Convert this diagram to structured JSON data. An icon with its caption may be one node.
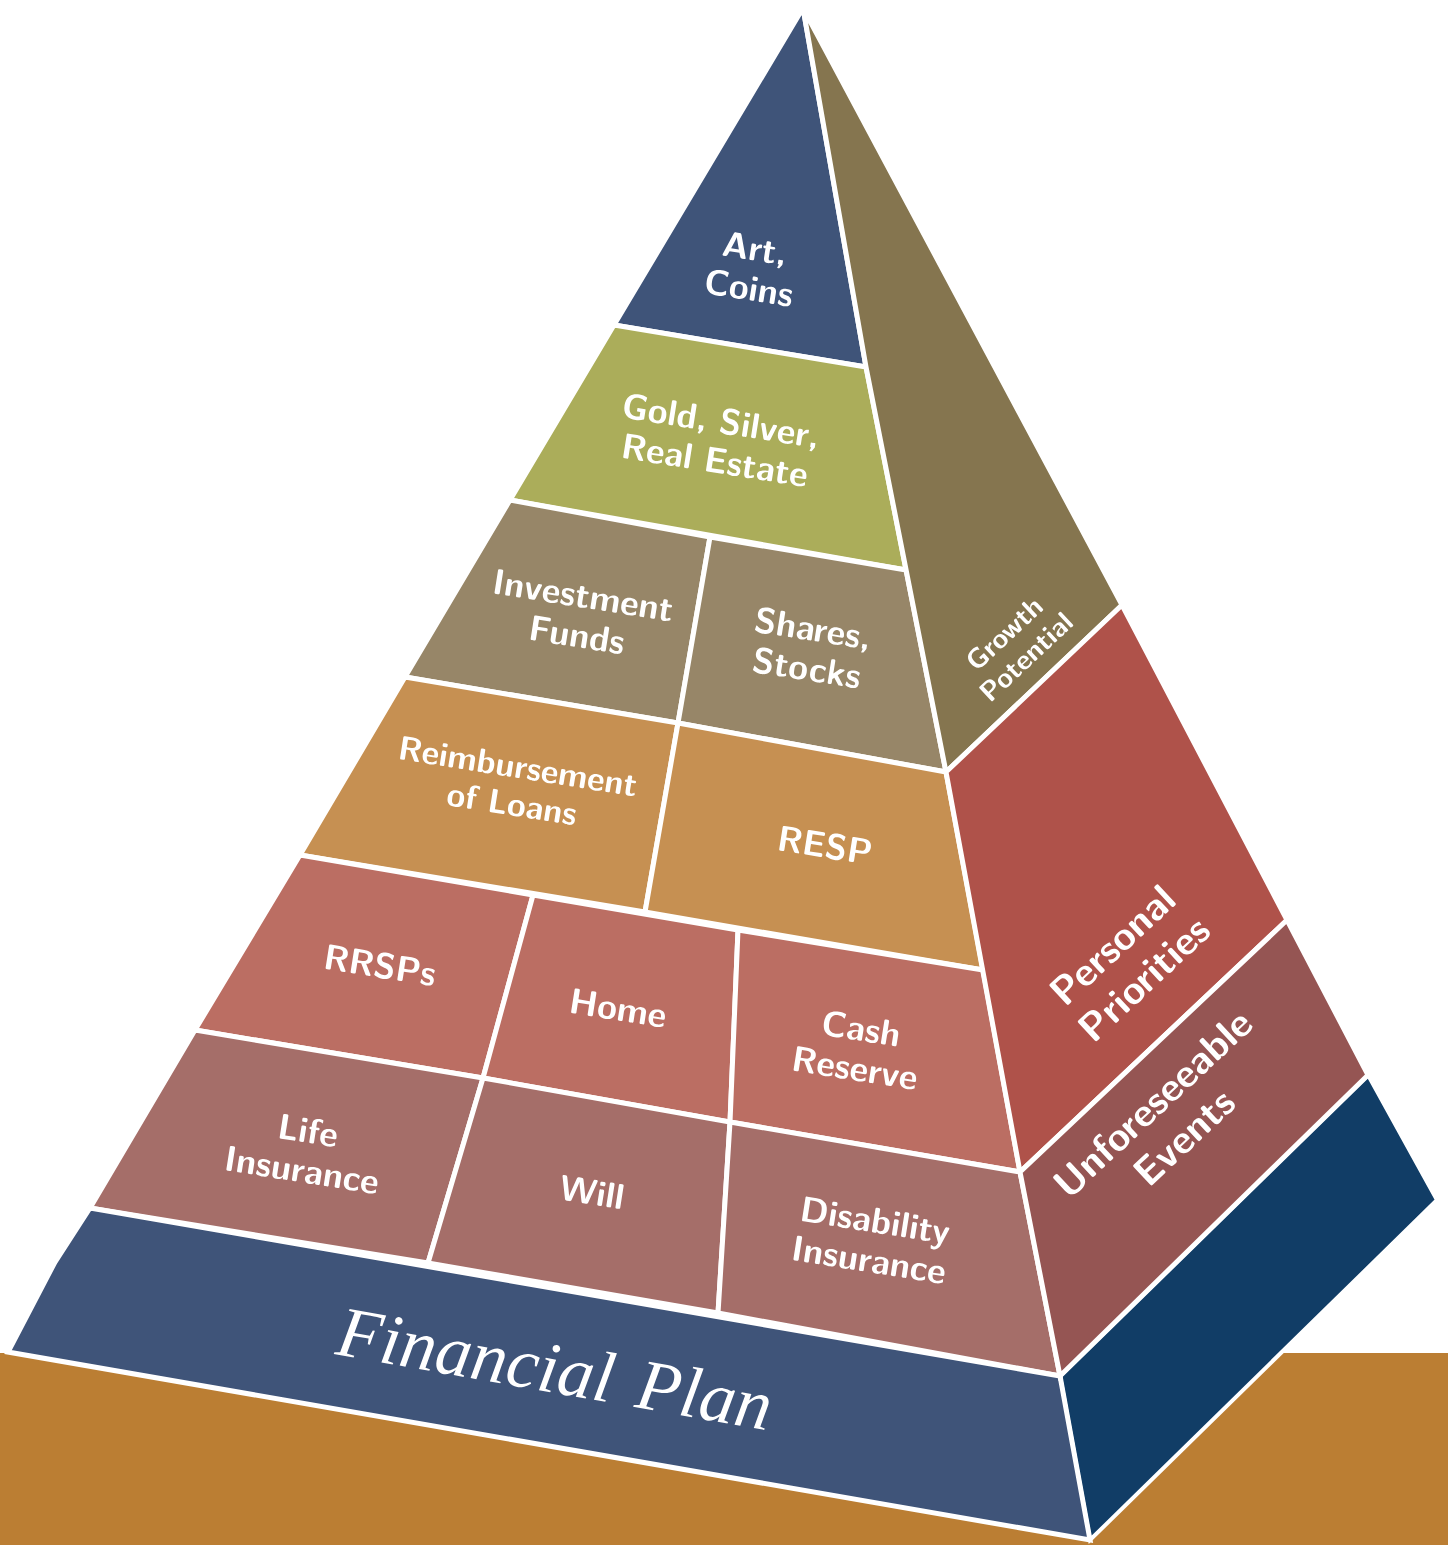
{
  "diagram": {
    "nodes": [
      {
        "text": [
          "Art, Coins"
        ]
      },
      {
        "text": [
          "Gold, Silver, Real Estate"
        ]
      },
      {
        "text": [
          "Investment Funds"
        ]
      },
      {
        "text": [
          "Shares, Stocks"
        ]
      },
      {
        "text": [
          "Reimbursement of Loans"
        ]
      },
      {
        "text": [
          "RESP"
        ]
      },
      {
        "text": [
          "RRSPs"
        ]
      },
      {
        "text": [
          "Home"
        ]
      },
      {
        "text": [
          "Cash Reserve"
        ]
      },
      {
        "text": [
          "Life Insurance"
        ]
      },
      {
        "text": [
          "Will"
        ]
      },
      {
        "text": [
          "Disability Insurance"
        ]
      },
      {
        "text": [
          "Financial Plan"
        ]
      },
      {
        "text": [
          "Growth Potential"
        ]
      },
      {
        "text": [
          "Personal Priorities"
        ]
      },
      {
        "text": [
          "Unforeseeable Events"
        ]
      }
    ]
  }
}
